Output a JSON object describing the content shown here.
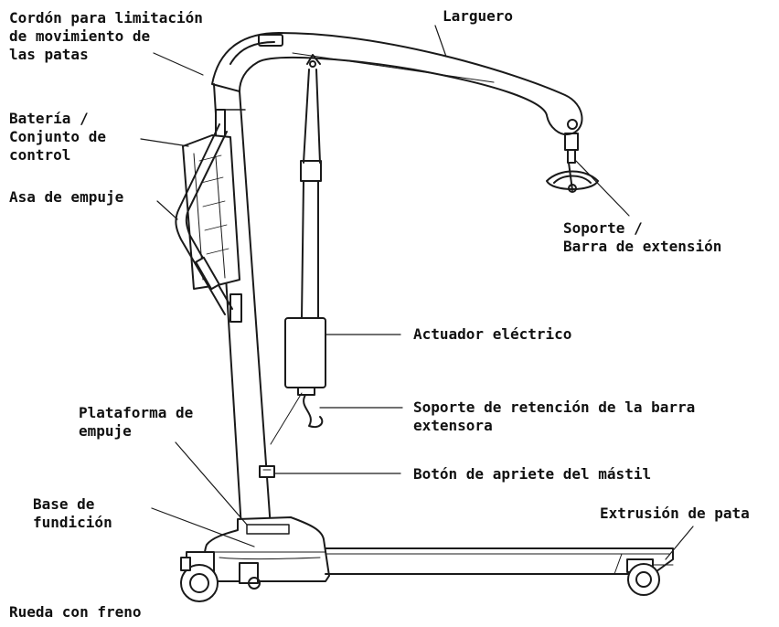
{
  "colors": {
    "line": "#1a1a1a",
    "text": "#111111",
    "background": "#ffffff"
  },
  "labels": {
    "cord": [
      "Cordón para limitación",
      "de movimiento de",
      "las patas"
    ],
    "boom": [
      "Larguero"
    ],
    "battery": [
      "Batería /",
      "Conjunto de",
      "control"
    ],
    "push_handle": [
      "Asa de empuje"
    ],
    "hanger": [
      "Soporte /",
      "Barra de extensión"
    ],
    "actuator": [
      "Actuador eléctrico"
    ],
    "bracket": [
      "Soporte de retención de la barra",
      "extensora"
    ],
    "platform": [
      "Plataforma de",
      "empuje"
    ],
    "mast_button": [
      "Botón de apriete del mástil"
    ],
    "base": [
      "Base de",
      "fundición"
    ],
    "leg": [
      "Extrusión de pata"
    ],
    "caster": [
      "Rueda con freno"
    ]
  }
}
